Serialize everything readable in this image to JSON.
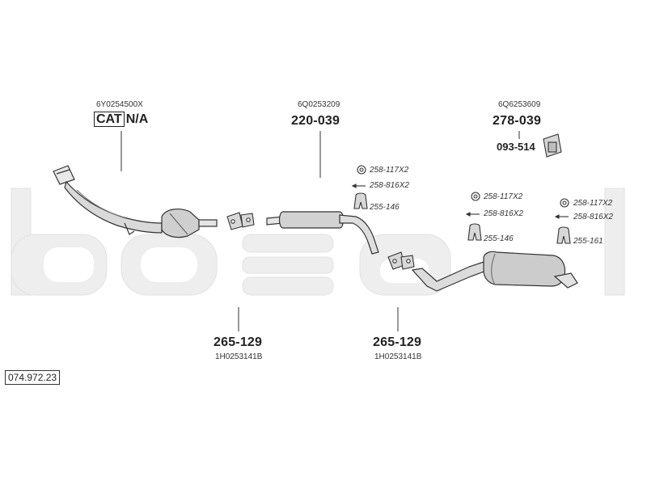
{
  "diagram": {
    "watermark": "bosal",
    "reference_code": "074.972.23",
    "parts": {
      "catalyst": {
        "oem": "6Y0254500X",
        "cat_box": "CAT",
        "cat_value": "N/A"
      },
      "middle_silencer": {
        "oem": "6Q0253209",
        "part_number": "220-039"
      },
      "tail_bracket": {
        "oem": "6Q6253609",
        "part_number": "278-039",
        "sub_part_number": "093-514"
      },
      "front_clamp": {
        "part_number": "265-129",
        "oem": "1H0253141B"
      },
      "rear_clamp": {
        "part_number": "265-129",
        "oem": "1H0253141B"
      }
    },
    "hardware_groups": [
      {
        "ring": "258-117X2",
        "bolt": "258-816X2",
        "hanger": "255-146"
      },
      {
        "ring": "258-117X2",
        "bolt": "258-816X2",
        "hanger": "255-146"
      },
      {
        "ring": "258-117X2",
        "bolt": "258-816X2",
        "hanger": "255-161"
      }
    ]
  }
}
